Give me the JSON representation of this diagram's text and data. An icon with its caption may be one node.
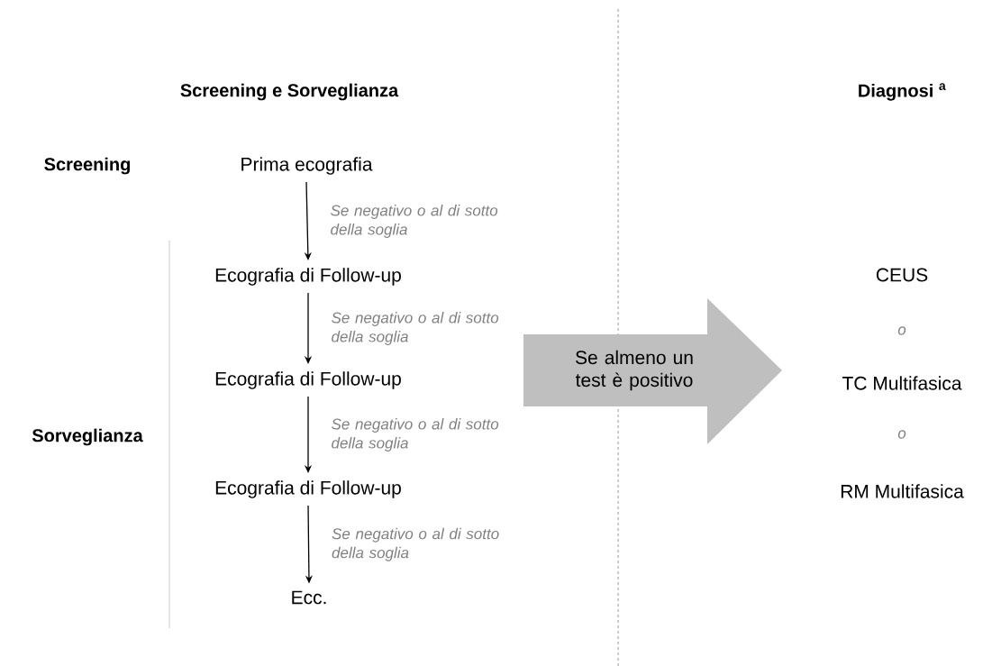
{
  "diagram": {
    "nodes": [
      {
        "text": [
          "Prima ecografia"
        ]
      },
      {
        "text": [
          "Ecografia di Follow-up"
        ]
      },
      {
        "text": [
          "Ecografia di Follow-up"
        ]
      },
      {
        "text": [
          "Ecografia di Follow-up"
        ]
      },
      {
        "text": [
          "Ecc."
        ]
      },
      {
        "text": [
          "Se almeno un test è positivo"
        ]
      },
      {
        "text": [
          "CEUS"
        ]
      },
      {
        "text": [
          "TC Multifasica"
        ]
      },
      {
        "text": [
          "RM Multifasica"
        ]
      }
    ],
    "edges": [
      {
        "from": 0,
        "to": 1,
        "arrow": "to",
        "label": "Se negativo o al di sotto della soglia"
      },
      {
        "from": 1,
        "to": 2,
        "arrow": "to",
        "label": "Se negativo o al di sotto della soglia"
      },
      {
        "from": 2,
        "to": 3,
        "arrow": "to",
        "label": "Se negativo o al di sotto della soglia"
      },
      {
        "from": 3,
        "to": 4,
        "arrow": "to",
        "label": "Se negativo o al di sotto della soglia"
      }
    ],
    "labels": [
      "Screening e Sorveglianza",
      "Diagnosi $^{a}$",
      "Screening",
      "o",
      "Sorveglianza",
      "o"
    ]
  }
}
